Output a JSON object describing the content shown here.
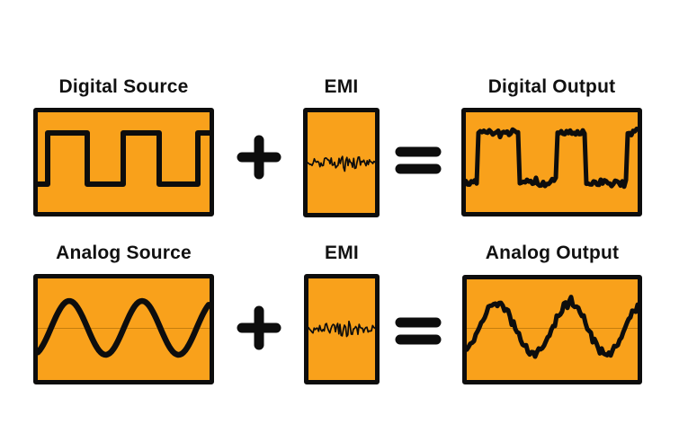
{
  "colors": {
    "background": "#ffffff",
    "panel_fill": "#F9A11B",
    "panel_border": "#0d0d0d",
    "wave_stroke": "#0d0d0d",
    "label_text": "#111111",
    "midline": "#915a00"
  },
  "rows": [
    {
      "id": "digital",
      "source": {
        "label": "Digital Source",
        "wave": "square"
      },
      "operators": {
        "plus": "+",
        "equals": "="
      },
      "emi": {
        "label": "EMI",
        "wave": "noise"
      },
      "output": {
        "label": "Digital Output",
        "wave": "noisy-square"
      }
    },
    {
      "id": "analog",
      "source": {
        "label": "Analog Source",
        "wave": "sine"
      },
      "operators": {
        "plus": "+",
        "equals": "="
      },
      "emi": {
        "label": "EMI",
        "wave": "noise"
      },
      "output": {
        "label": "Analog Output",
        "wave": "noisy-sine"
      }
    }
  ]
}
